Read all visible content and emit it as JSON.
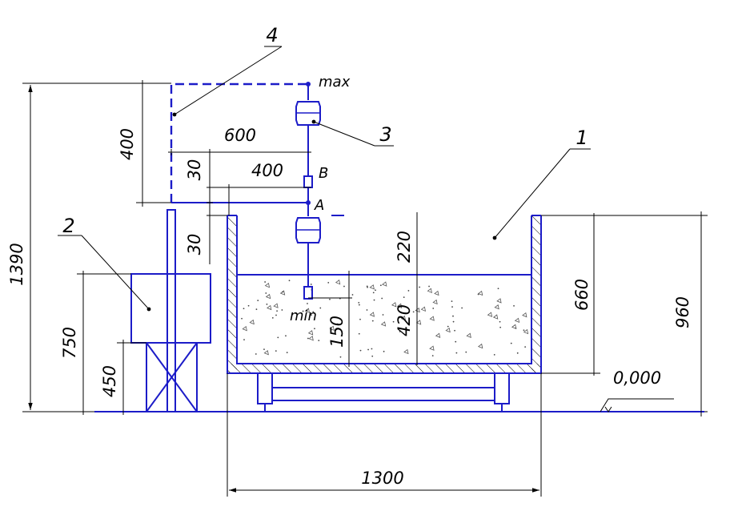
{
  "dimensions": {
    "d1390": "1390",
    "d750": "750",
    "d450": "450",
    "d400_vert": "400",
    "d30_upper": "30",
    "d30_lower": "30",
    "d600": "600",
    "d400_horiz": "400",
    "d220": "220",
    "d420": "420",
    "d150": "150",
    "d660": "660",
    "d960": "960",
    "d1300": "1300",
    "d0000": "0,000"
  },
  "points": {
    "max": "max",
    "min": "min",
    "A": "A",
    "B": "B"
  },
  "callouts": {
    "c1": "1",
    "c2": "2",
    "c3": "3",
    "c4": "4"
  },
  "colors": {
    "equipment": "#1c1cc8",
    "annotation": "#000000"
  }
}
